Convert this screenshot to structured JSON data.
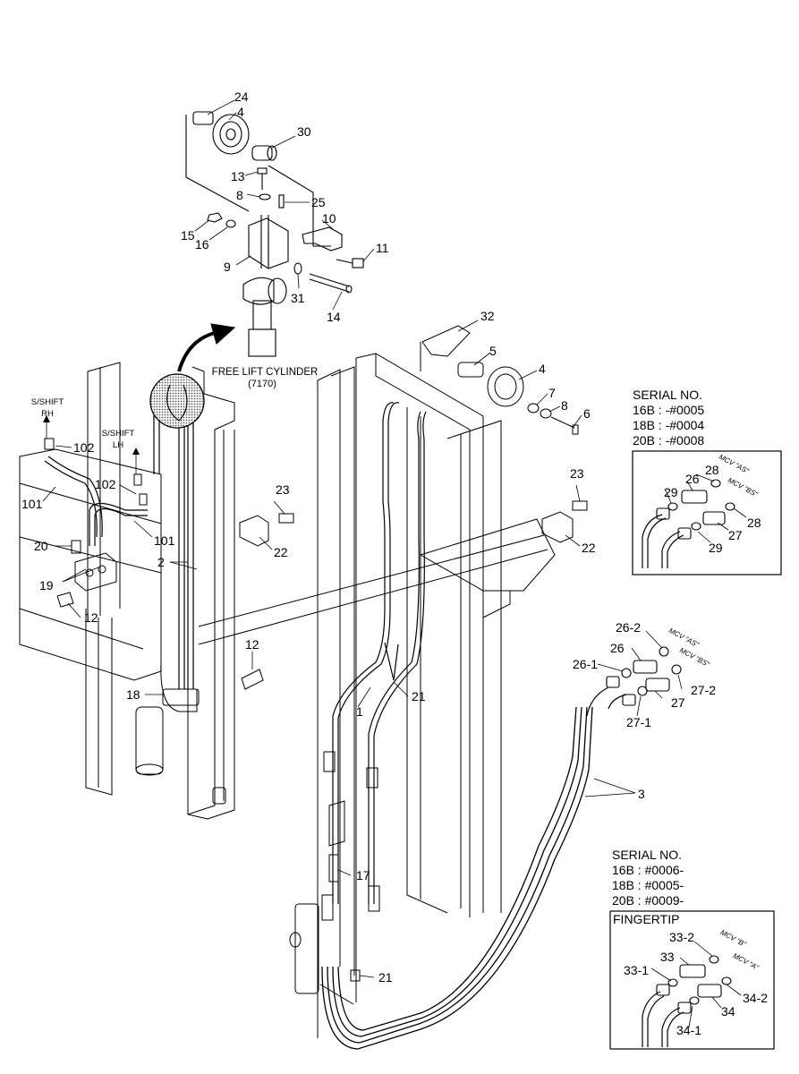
{
  "title": "FREE LIFT CYLINDER",
  "title_code": "(7170)",
  "sshift_rh": "S/SHIFT RH",
  "sshift_lh": "S/SHIFT LH",
  "serial_box_1": {
    "heading": "SERIAL NO.",
    "lines": [
      "16B : -#0005",
      "18B : -#0004",
      "20B : -#0008"
    ]
  },
  "serial_box_2": {
    "heading": "SERIAL NO.",
    "lines": [
      "16B : #0006-",
      "18B : #0005-",
      "20B : #0009-"
    ]
  },
  "fingertip_title": "FINGERTIP",
  "mcv_labels": {
    "as1": "MCV \"AS\"",
    "bs1": "MCV \"BS\"",
    "as2": "MCV \"AS\"",
    "bs2": "MCV \"BS\"",
    "b": "MCV \"B\"",
    "a": "MCV \"A\""
  },
  "part_labels": [
    "24",
    "4",
    "30",
    "13",
    "8",
    "25",
    "15",
    "16",
    "10",
    "11",
    "9",
    "31",
    "14",
    "32",
    "5",
    "4",
    "7",
    "8",
    "6",
    "102",
    "102",
    "101",
    "101",
    "20",
    "19",
    "12",
    "2",
    "23",
    "22",
    "23",
    "22",
    "12",
    "18",
    "1",
    "21",
    "17",
    "21",
    "3",
    "26",
    "28",
    "29",
    "28",
    "27",
    "29",
    "26-2",
    "26",
    "26-1",
    "27-2",
    "27",
    "27-1",
    "33-2",
    "33",
    "33-1",
    "34-2",
    "34",
    "34-1"
  ],
  "colors": {
    "line": "#000000",
    "shade": "#bbbbbb",
    "background": "#ffffff"
  }
}
